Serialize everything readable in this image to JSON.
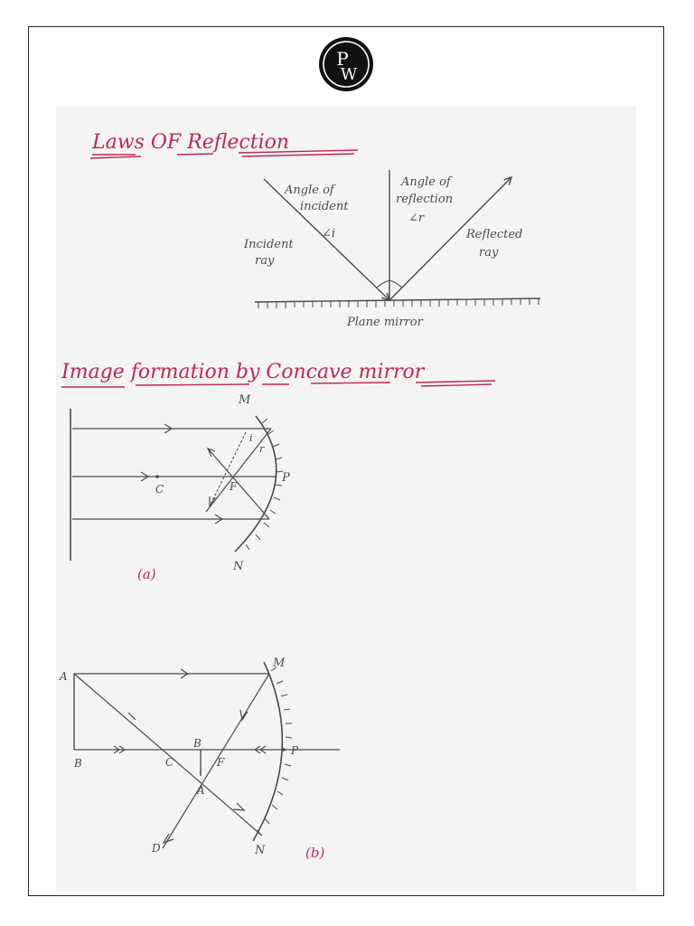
{
  "logo": {
    "letter_top": "P",
    "letter_bottom": "W",
    "colors": {
      "bg": "#111111",
      "ring": "#ffffff"
    }
  },
  "colors": {
    "heading": "#c0284e",
    "pencil": "#4a4a4a",
    "frame": "#222222",
    "paper": "#f4f4f4"
  },
  "section1": {
    "title": "Laws OF Reflection",
    "labels": {
      "angle_incident_1": "Angle of",
      "angle_incident_2": "incident",
      "angle_incident_3": "∠i",
      "angle_reflection_1": "Angle of",
      "angle_reflection_2": "reflection",
      "angle_reflection_3": "∠r",
      "incident_ray_1": "Incident",
      "incident_ray_2": "ray",
      "reflected_ray_1": "Reflected",
      "reflected_ray_2": "ray",
      "mirror": "Plane mirror"
    }
  },
  "section2": {
    "title": "Image formation by Concave mirror",
    "figure_a": {
      "caption": "(a)",
      "M": "M",
      "N": "N",
      "P": "P",
      "C": "C",
      "F": "F",
      "i": "i",
      "r": "r"
    },
    "figure_b": {
      "caption": "(b)",
      "A": "A",
      "B": "B",
      "A_prime": "A",
      "B_prime": "B",
      "C": "C",
      "F": "F",
      "M": "M",
      "N": "N",
      "P": "P",
      "D": "D"
    }
  }
}
